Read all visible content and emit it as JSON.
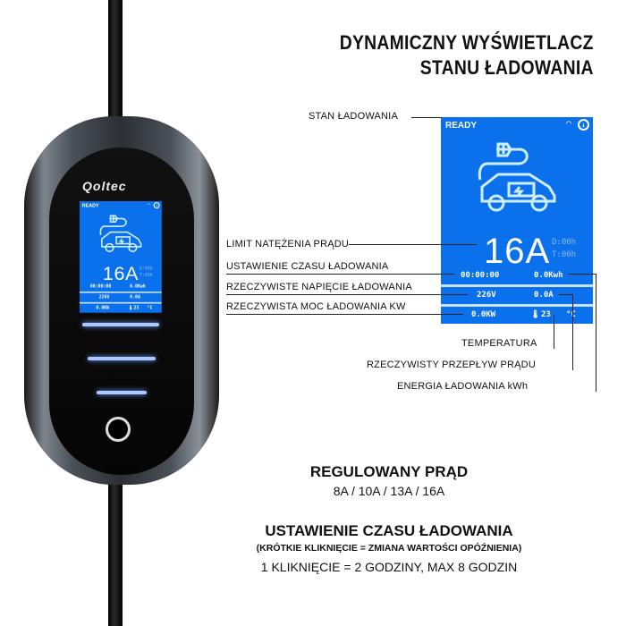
{
  "title": {
    "line1": "DYNAMICZNY WYŚWIETLACZ",
    "line2": "STANU ŁADOWANIA"
  },
  "device": {
    "brand": "Qoltec"
  },
  "screen": {
    "status": "READY",
    "current": "16A",
    "delay": "D:00h",
    "timer": "T:00h",
    "time": "00:00:00",
    "energy": "0.0Kwh",
    "voltage": "226V",
    "amperage": "0.0A",
    "power": "0.0KW",
    "temperature": "23",
    "temp_unit": "°C"
  },
  "labels": {
    "status": "STAN ŁADOWANIA",
    "current_limit": "LIMIT NATĘŻENIA PRĄDU",
    "time_setting": "USTAWIENIE CZASU ŁADOWANIA",
    "voltage": "RZECZYWISTE NAPIĘCIE ŁADOWANIA",
    "power": "RZECZYWISTA MOC ŁADOWANIA KW",
    "temperature": "TEMPERATURA",
    "flow": "RZECZYWISTY PRZEPŁYW PRĄDU",
    "energy": "ENERGIA ŁADOWANIA kWh"
  },
  "captions": {
    "regulated_title": "REGULOWANY PRĄD",
    "regulated_values": "8A / 10A / 13A / 16A",
    "timer_title": "USTAWIENIE CZASU ŁADOWANIA",
    "timer_note": "(KRÓTKIE KLIKNIĘCIE = ZMIANA WARTOŚCI OPÓŹNIENIA)",
    "timer_rule": "1 KLIKNIĘCIE = 2 GODZINY, MAX 8 GODZIN"
  },
  "colors": {
    "screen": "#0a70ec"
  }
}
